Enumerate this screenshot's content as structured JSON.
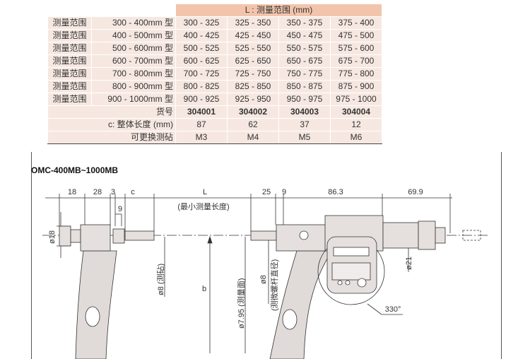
{
  "table": {
    "header": "L : 测量范围 (mm)",
    "rows": [
      {
        "label": "测量范围",
        "type": "300 - 400mm 型",
        "values": [
          "300 - 325",
          "325 - 350",
          "350 - 375",
          "375 - 400"
        ]
      },
      {
        "label": "测量范围",
        "type": "400 - 500mm 型",
        "values": [
          "400 - 425",
          "425 - 450",
          "450 - 475",
          "475 - 500"
        ]
      },
      {
        "label": "测量范围",
        "type": "500 - 600mm 型",
        "values": [
          "500 - 525",
          "525 - 550",
          "550 - 575",
          "575 - 600"
        ]
      },
      {
        "label": "测量范围",
        "type": "600 - 700mm 型",
        "values": [
          "600 - 625",
          "625 - 650",
          "650 - 675",
          "675 - 700"
        ]
      },
      {
        "label": "测量范围",
        "type": "700 - 800mm 型",
        "values": [
          "700 - 725",
          "725 - 750",
          "750 - 775",
          "775 - 800"
        ]
      },
      {
        "label": "测量范围",
        "type": "800 - 900mm 型",
        "values": [
          "800 - 825",
          "825 - 850",
          "850 - 875",
          "875 - 900"
        ]
      },
      {
        "label": "测量范围",
        "type": "900 - 1000mm 型",
        "values": [
          "900 - 925",
          "925 - 950",
          "950 - 975",
          "975 - 1000"
        ]
      }
    ],
    "code": {
      "label": "货号",
      "values": [
        "304001",
        "304002",
        "304003",
        "304004"
      ]
    },
    "length": {
      "label": "c: 整体长度 (mm)",
      "values": [
        "87",
        "62",
        "37",
        "12"
      ]
    },
    "anvil": {
      "label": "可更换测砧",
      "values": [
        "M3",
        "M4",
        "M5",
        "M6"
      ]
    }
  },
  "diagram": {
    "title": "OMC-400MB~1000MB",
    "dims": {
      "d18": "18",
      "d28": "28",
      "d3": "3",
      "c": "c",
      "L": "L",
      "L_note": "(最小测量长度)",
      "d25": "25",
      "d9": "9",
      "d86": "86.3",
      "d69": "69.9",
      "d9b": "9"
    },
    "vertical": {
      "phi18": "ø18",
      "phi8_anvil": "ø8 (测砧)",
      "b": "b",
      "phi795": "ø7.95 (测量面)",
      "phi8_spindle": "ø8",
      "spindle_note": "(测微螺杆直径)",
      "phi21": "ø21"
    },
    "angle": "330°"
  }
}
